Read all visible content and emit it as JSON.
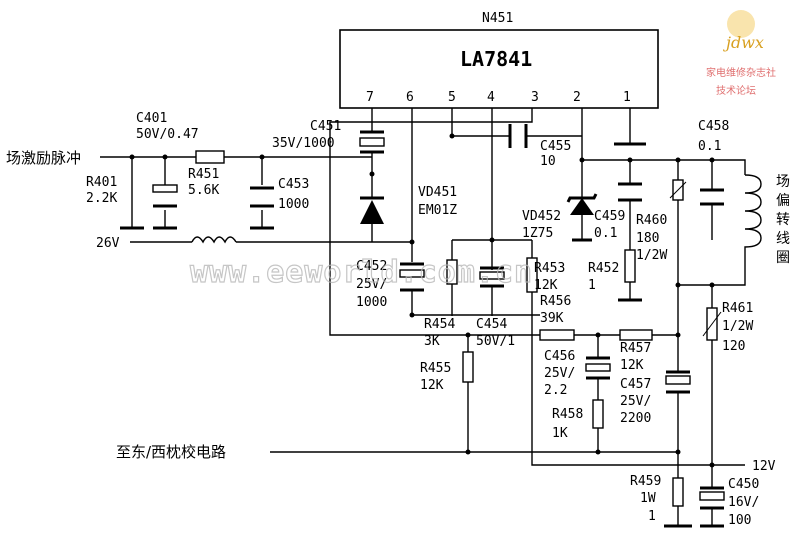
{
  "ic": {
    "ref": "N451",
    "part": "LA7841",
    "pins": [
      "7",
      "6",
      "5",
      "4",
      "3",
      "2",
      "1"
    ]
  },
  "labels": {
    "input": "场激励脉冲",
    "v26": "26V",
    "v12": "12V",
    "east_west": "至东/西枕校电路",
    "coil": [
      "场",
      "偏",
      "转",
      "线",
      "圈"
    ]
  },
  "components": {
    "c401": [
      "C401",
      "50V/0.47"
    ],
    "r401": [
      "R401",
      "2.2K"
    ],
    "r451": [
      "R451",
      "5.6K"
    ],
    "c453": [
      "C453",
      "1000"
    ],
    "c451": [
      "C451",
      "35V/1000"
    ],
    "vd451": [
      "VD451",
      "EM01Z"
    ],
    "c455": [
      "C455",
      "10"
    ],
    "vd452": [
      "VD452",
      "1Z75"
    ],
    "c459": [
      "C459",
      "0.1"
    ],
    "r460": [
      "R460",
      "180",
      "1/2W"
    ],
    "c458": [
      "C458",
      "0.1"
    ],
    "c452": [
      "C452",
      "25V/",
      "1000"
    ],
    "r454": [
      "R454",
      "3K"
    ],
    "c454": [
      "C454",
      "50V/1"
    ],
    "r453": [
      "R453",
      "12K"
    ],
    "r452": [
      "R452",
      "1"
    ],
    "r456": [
      "R456",
      "39K"
    ],
    "r455": [
      "R455",
      "12K"
    ],
    "c456": [
      "C456",
      "25V/",
      "2.2"
    ],
    "r457": [
      "R457",
      "12K"
    ],
    "c457": [
      "C457",
      "25V/",
      "2200"
    ],
    "r458": [
      "R458",
      "1K"
    ],
    "r461": [
      "R461",
      "1/2W",
      "120"
    ],
    "r459": [
      "R459",
      "1W",
      "1"
    ],
    "c450": [
      "C450",
      "16V/",
      "100"
    ]
  },
  "watermark": "www.eeworld.com.cn",
  "logo": {
    "brand": "jdwx",
    "line1": "家电维修杂志社",
    "line2": "技术论坛"
  }
}
